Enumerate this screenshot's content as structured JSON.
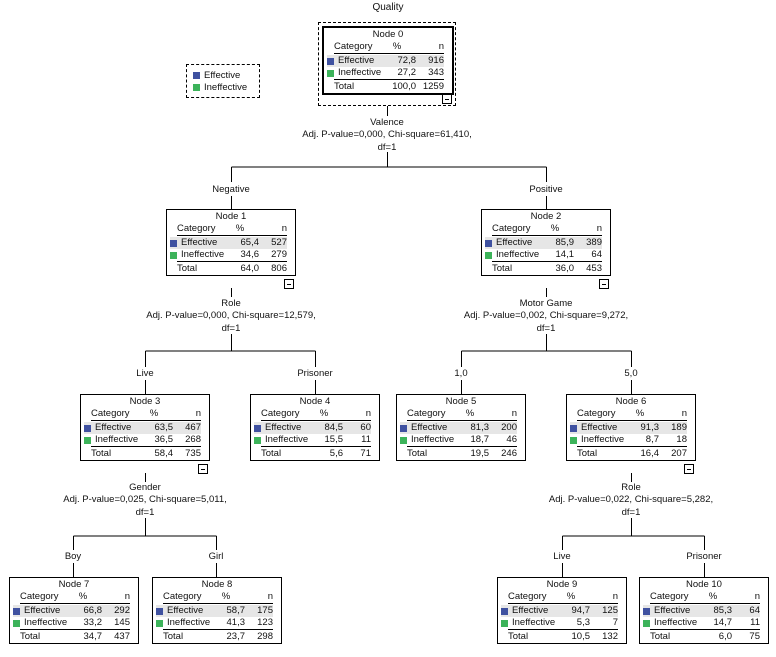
{
  "title": "Quality",
  "colors": {
    "effective": "#3f51a0",
    "ineffective": "#3cb35a",
    "row_highlight": "#e6e6e6"
  },
  "legend": [
    {
      "label": "Effective",
      "color": "#3f51a0"
    },
    {
      "label": "Ineffective",
      "color": "#3cb35a"
    }
  ],
  "table_headers": {
    "category": "Category",
    "percent": "%",
    "n": "n",
    "total": "Total"
  },
  "nodes": [
    {
      "id": 0,
      "title": "Node 0",
      "effective": {
        "label": "Effective",
        "pct": "72,8",
        "n": "916"
      },
      "ineffective": {
        "label": "Ineffective",
        "pct": "27,2",
        "n": "343"
      },
      "total": {
        "pct": "100,0",
        "n": "1259"
      },
      "collapsible": true
    },
    {
      "id": 1,
      "title": "Node 1",
      "effective": {
        "label": "Effective",
        "pct": "65,4",
        "n": "527"
      },
      "ineffective": {
        "label": "Ineffective",
        "pct": "34,6",
        "n": "279"
      },
      "total": {
        "pct": "64,0",
        "n": "806"
      },
      "collapsible": true
    },
    {
      "id": 2,
      "title": "Node 2",
      "effective": {
        "label": "Effective",
        "pct": "85,9",
        "n": "389"
      },
      "ineffective": {
        "label": "Ineffective",
        "pct": "14,1",
        "n": "64"
      },
      "total": {
        "pct": "36,0",
        "n": "453"
      },
      "collapsible": true
    },
    {
      "id": 3,
      "title": "Node 3",
      "effective": {
        "label": "Effective",
        "pct": "63,5",
        "n": "467"
      },
      "ineffective": {
        "label": "Ineffective",
        "pct": "36,5",
        "n": "268"
      },
      "total": {
        "pct": "58,4",
        "n": "735"
      },
      "collapsible": true
    },
    {
      "id": 4,
      "title": "Node 4",
      "effective": {
        "label": "Effective",
        "pct": "84,5",
        "n": "60"
      },
      "ineffective": {
        "label": "Ineffective",
        "pct": "15,5",
        "n": "11"
      },
      "total": {
        "pct": "5,6",
        "n": "71"
      },
      "collapsible": false
    },
    {
      "id": 5,
      "title": "Node 5",
      "effective": {
        "label": "Effective",
        "pct": "81,3",
        "n": "200"
      },
      "ineffective": {
        "label": "Ineffective",
        "pct": "18,7",
        "n": "46"
      },
      "total": {
        "pct": "19,5",
        "n": "246"
      },
      "collapsible": false
    },
    {
      "id": 6,
      "title": "Node 6",
      "effective": {
        "label": "Effective",
        "pct": "91,3",
        "n": "189"
      },
      "ineffective": {
        "label": "Ineffective",
        "pct": "8,7",
        "n": "18"
      },
      "total": {
        "pct": "16,4",
        "n": "207"
      },
      "collapsible": true
    },
    {
      "id": 7,
      "title": "Node 7",
      "effective": {
        "label": "Effective",
        "pct": "66,8",
        "n": "292"
      },
      "ineffective": {
        "label": "Ineffective",
        "pct": "33,2",
        "n": "145"
      },
      "total": {
        "pct": "34,7",
        "n": "437"
      },
      "collapsible": false
    },
    {
      "id": 8,
      "title": "Node 8",
      "effective": {
        "label": "Effective",
        "pct": "58,7",
        "n": "175"
      },
      "ineffective": {
        "label": "Ineffective",
        "pct": "41,3",
        "n": "123"
      },
      "total": {
        "pct": "23,7",
        "n": "298"
      },
      "collapsible": false
    },
    {
      "id": 9,
      "title": "Node 9",
      "effective": {
        "label": "Effective",
        "pct": "94,7",
        "n": "125"
      },
      "ineffective": {
        "label": "Ineffective",
        "pct": "5,3",
        "n": "7"
      },
      "total": {
        "pct": "10,5",
        "n": "132"
      },
      "collapsible": false
    },
    {
      "id": 10,
      "title": "Node 10",
      "effective": {
        "label": "Effective",
        "pct": "85,3",
        "n": "64"
      },
      "ineffective": {
        "label": "Ineffective",
        "pct": "14,7",
        "n": "11"
      },
      "total": {
        "pct": "6,0",
        "n": "75"
      },
      "collapsible": false
    }
  ],
  "splits": [
    {
      "parent": 0,
      "variable": "Valence",
      "stats": "Adj. P-value=0,000, Chi-square=61,410,",
      "df": "df=1"
    },
    {
      "parent": 1,
      "variable": "Role",
      "stats": "Adj. P-value=0,000, Chi-square=12,579,",
      "df": "df=1"
    },
    {
      "parent": 2,
      "variable": "Motor Game",
      "stats": "Adj. P-value=0,002, Chi-square=9,272,",
      "df": "df=1"
    },
    {
      "parent": 3,
      "variable": "Gender",
      "stats": "Adj. P-value=0,025, Chi-square=5,011,",
      "df": "df=1"
    },
    {
      "parent": 6,
      "variable": "Role",
      "stats": "Adj. P-value=0,022, Chi-square=5,282,",
      "df": "df=1"
    }
  ],
  "branches": [
    {
      "child": 1,
      "label": "Negative"
    },
    {
      "child": 2,
      "label": "Positive"
    },
    {
      "child": 3,
      "label": "Live"
    },
    {
      "child": 4,
      "label": "Prisoner"
    },
    {
      "child": 5,
      "label": "1,0"
    },
    {
      "child": 6,
      "label": "5,0"
    },
    {
      "child": 7,
      "label": "Boy"
    },
    {
      "child": 8,
      "label": "Girl"
    },
    {
      "child": 9,
      "label": "Live"
    },
    {
      "child": 10,
      "label": "Prisoner"
    }
  ]
}
